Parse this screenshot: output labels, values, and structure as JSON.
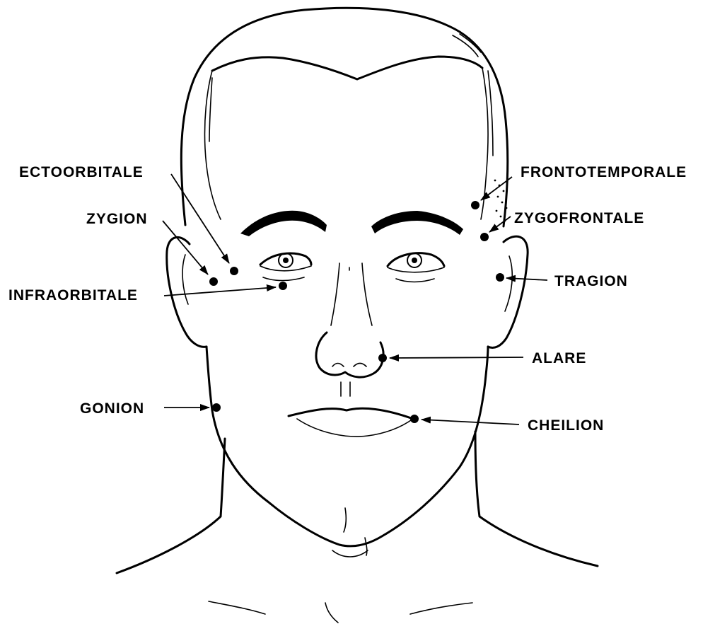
{
  "figure": {
    "landmarks": [
      {
        "id": "ectoorbitale",
        "label": "ECTOORBITALE"
      },
      {
        "id": "zygion",
        "label": "ZYGION"
      },
      {
        "id": "infraorbitale",
        "label": "INFRAORBITALE"
      },
      {
        "id": "gonion",
        "label": "GONION"
      },
      {
        "id": "frontotemporale",
        "label": "FRONTOTEMPORALE"
      },
      {
        "id": "zygofrontale",
        "label": "ZYGOFRONTALE"
      },
      {
        "id": "tragion",
        "label": "TRAGION"
      },
      {
        "id": "alare",
        "label": "ALARE"
      },
      {
        "id": "cheilion",
        "label": "CHEILION"
      }
    ]
  }
}
